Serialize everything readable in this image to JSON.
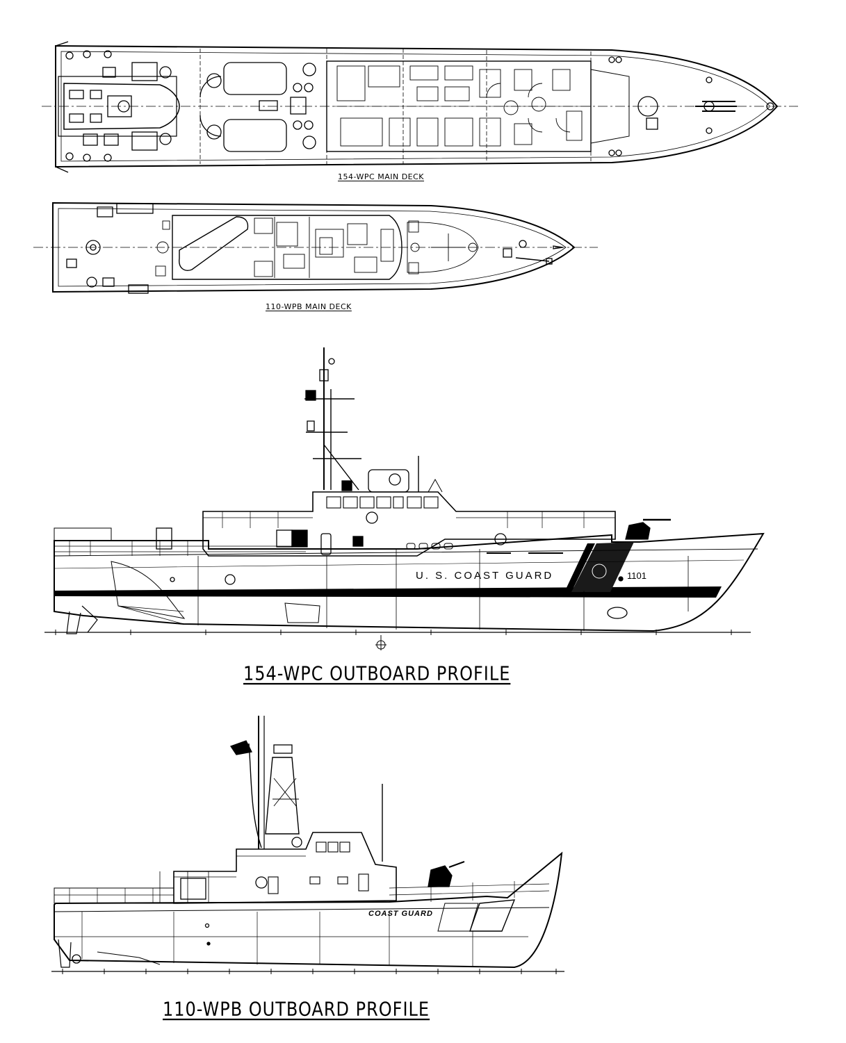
{
  "captions": {
    "wpc_main_deck": "154-WPC MAIN DECK",
    "wpb_main_deck": "110-WPB MAIN DECK",
    "wpc_profile": "154-WPC OUTBOARD PROFILE",
    "wpb_profile": "110-WPB OUTBOARD PROFILE"
  },
  "hull_markings": {
    "wpc_name": "U. S.  COAST  GUARD",
    "wpc_number": "1101",
    "wpb_name": "COAST GUARD"
  }
}
